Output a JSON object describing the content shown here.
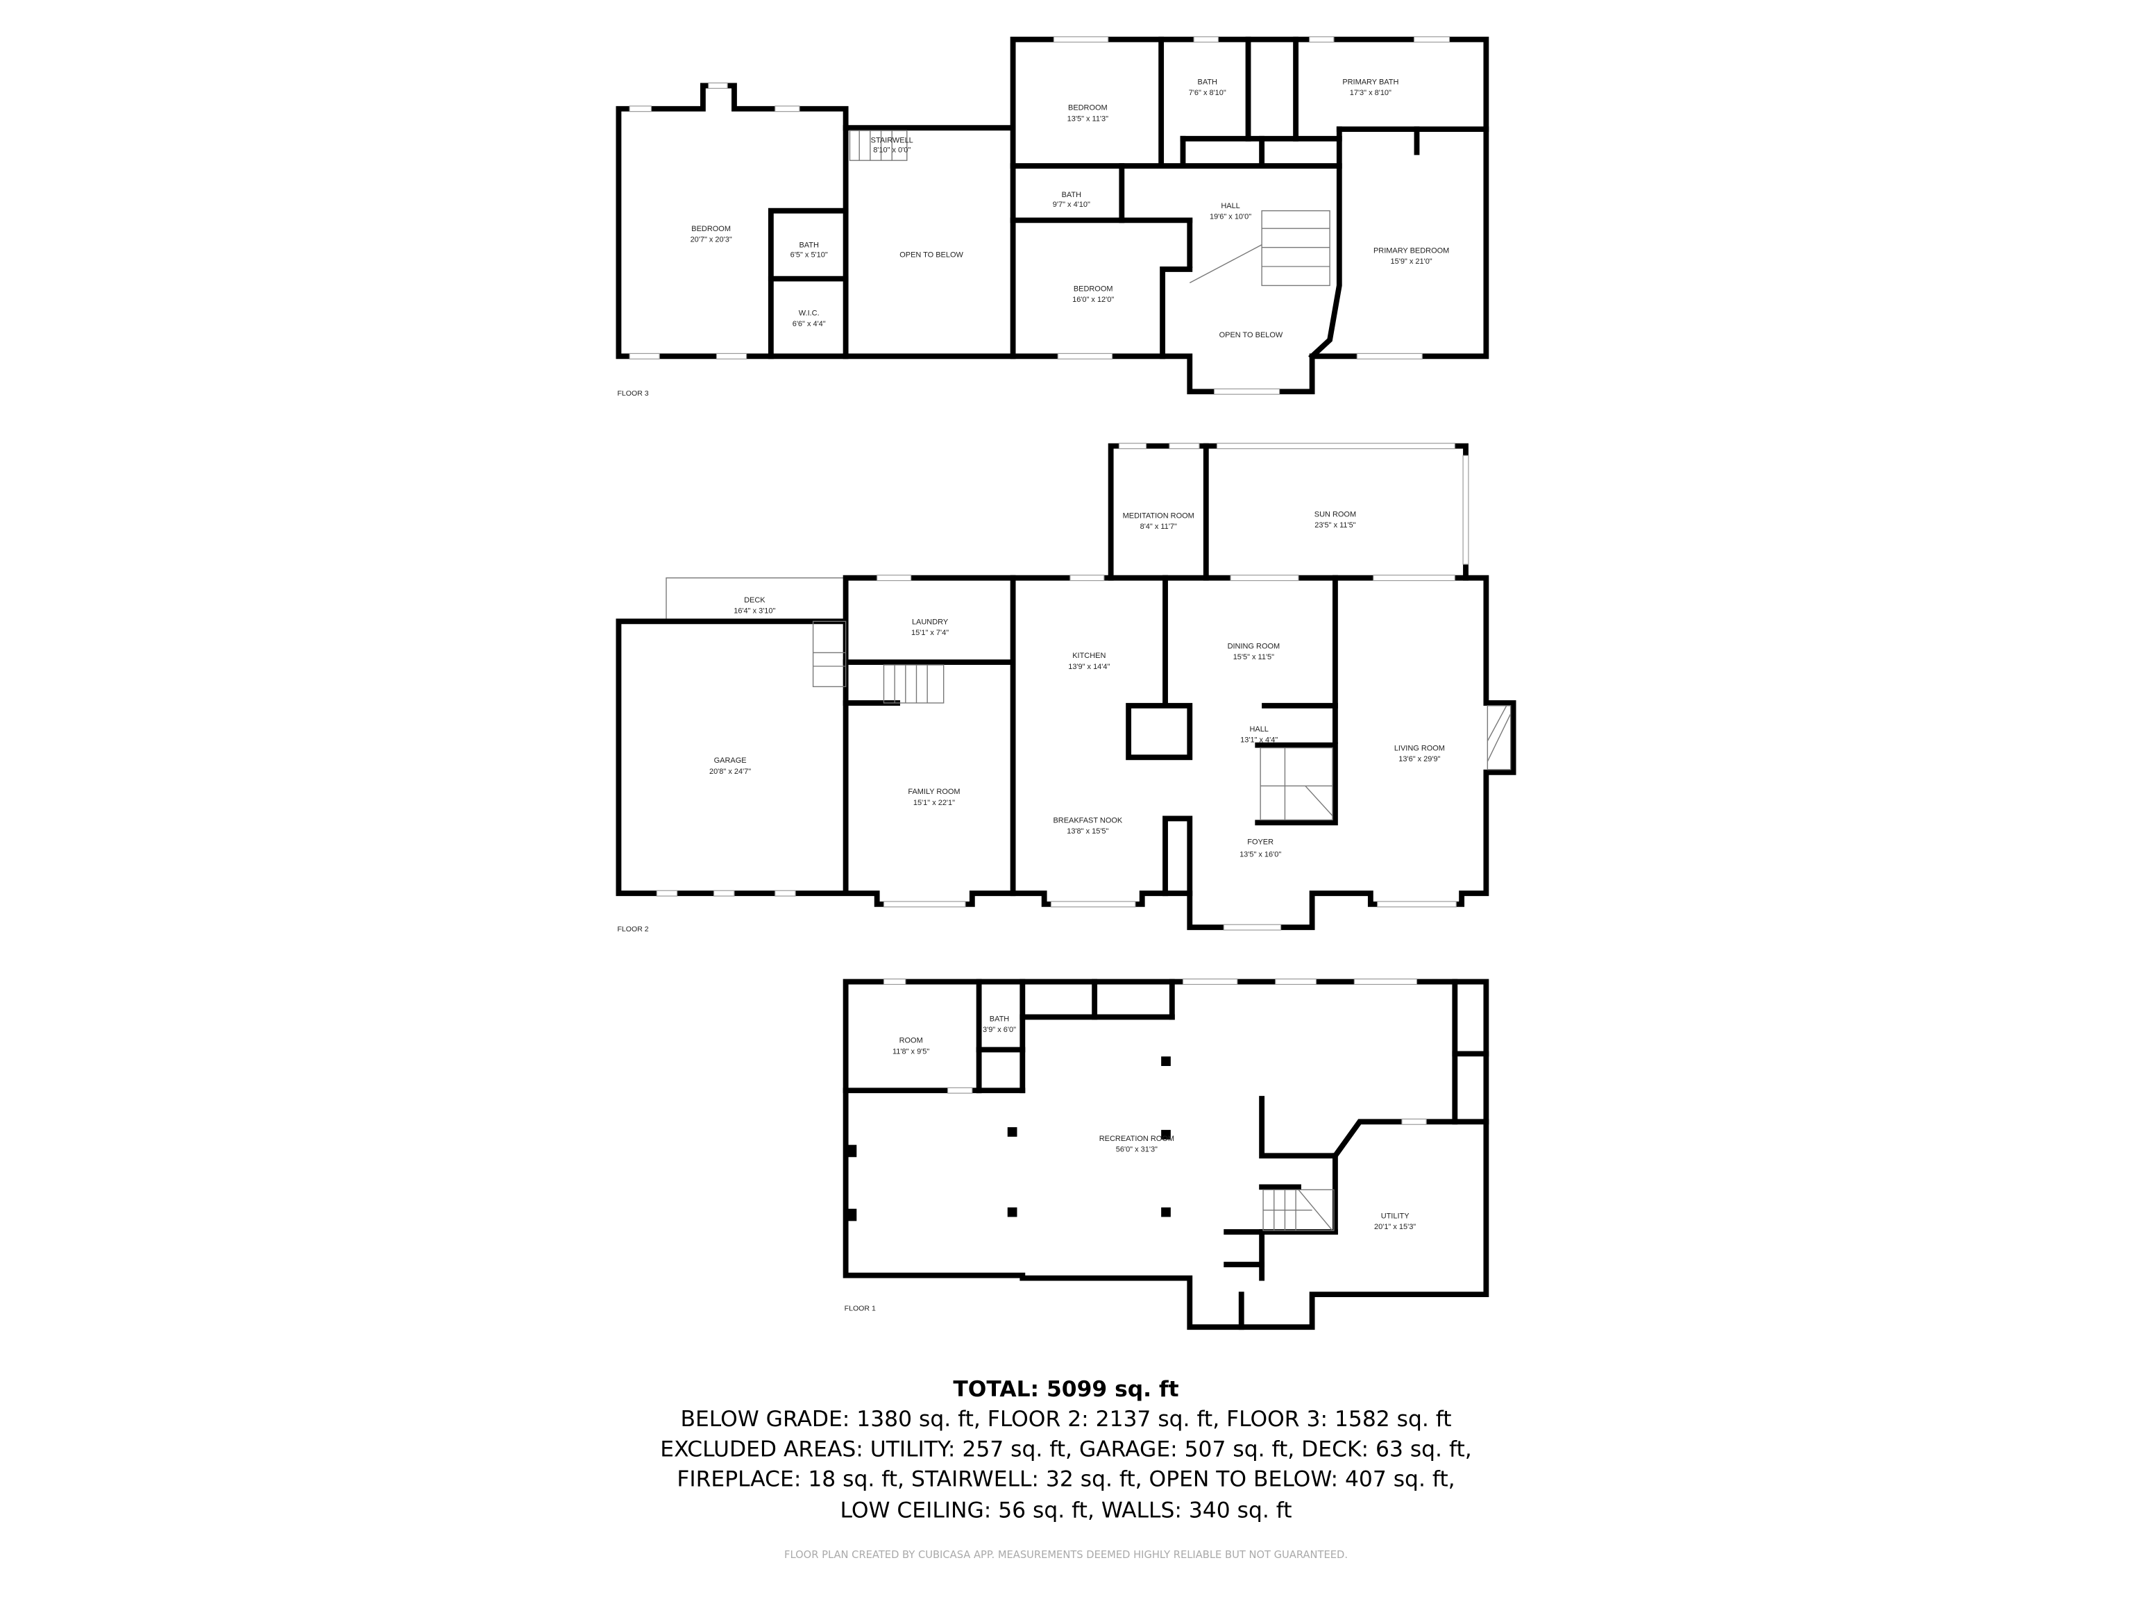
{
  "floors": {
    "floor3": {
      "label": "FLOOR 3",
      "rooms": [
        {
          "name": "BEDROOM",
          "dims": "20'7\" x 20'3\""
        },
        {
          "name": "STAIRWELL",
          "dims": "8'10\" x 0'0\""
        },
        {
          "name": "BATH",
          "dims": "6'5\" x 5'10\""
        },
        {
          "name": "W.I.C.",
          "dims": "6'6\" x 4'4\""
        },
        {
          "name": "OPEN TO BELOW",
          "dims": ""
        },
        {
          "name": "BEDROOM",
          "dims": "13'5\" x 11'3\""
        },
        {
          "name": "BATH",
          "dims": "7'6\" x 8'10\""
        },
        {
          "name": "PRIMARY BATH",
          "dims": "17'3\" x 8'10\""
        },
        {
          "name": "BATH",
          "dims": "9'7\" x 4'10\""
        },
        {
          "name": "HALL",
          "dims": "19'6\" x 10'0\""
        },
        {
          "name": "BEDROOM",
          "dims": "16'0\" x 12'0\""
        },
        {
          "name": "OPEN TO BELOW",
          "dims": ""
        },
        {
          "name": "PRIMARY BEDROOM",
          "dims": "15'9\" x 21'0\""
        }
      ]
    },
    "floor2": {
      "label": "FLOOR 2",
      "rooms": [
        {
          "name": "MEDITATION ROOM",
          "dims": "8'4\" x 11'7\""
        },
        {
          "name": "SUN ROOM",
          "dims": "23'5\" x 11'5\""
        },
        {
          "name": "DECK",
          "dims": "16'4\" x 3'10\""
        },
        {
          "name": "LAUNDRY",
          "dims": "15'1\" x 7'4\""
        },
        {
          "name": "KITCHEN",
          "dims": "13'9\" x 14'4\""
        },
        {
          "name": "DINING ROOM",
          "dims": "15'5\" x 11'5\""
        },
        {
          "name": "HALL",
          "dims": "13'1\" x 4'4\""
        },
        {
          "name": "GARAGE",
          "dims": "20'8\" x 24'7\""
        },
        {
          "name": "FAMILY ROOM",
          "dims": "15'1\" x 22'1\""
        },
        {
          "name": "LIVING ROOM",
          "dims": "13'6\" x 29'9\""
        },
        {
          "name": "BREAKFAST NOOK",
          "dims": "13'8\" x 15'5\""
        },
        {
          "name": "FOYER",
          "dims": "13'5\" x 16'0\""
        }
      ]
    },
    "floor1": {
      "label": "FLOOR 1",
      "rooms": [
        {
          "name": "ROOM",
          "dims": "11'8\" x 9'5\""
        },
        {
          "name": "BATH",
          "dims": "3'9\" x 6'0\""
        },
        {
          "name": "RECREATION ROOM",
          "dims": "56'0\" x 31'3\""
        },
        {
          "name": "UTILITY",
          "dims": "20'1\" x 15'3\""
        }
      ]
    }
  },
  "summary": {
    "total": "TOTAL: 5099 sq. ft",
    "lines": [
      "BELOW GRADE: 1380 sq. ft, FLOOR 2: 2137 sq. ft, FLOOR 3: 1582 sq. ft",
      "EXCLUDED AREAS: UTILITY: 257 sq. ft, GARAGE: 507 sq. ft, DECK: 63 sq. ft,",
      "FIREPLACE: 18 sq. ft, STAIRWELL: 32 sq. ft, OPEN TO BELOW: 407 sq. ft,",
      "LOW CEILING: 56 sq. ft, WALLS: 340 sq. ft"
    ],
    "disclaimer": "FLOOR PLAN CREATED BY CUBICASA APP. MEASUREMENTS DEEMED HIGHLY RELIABLE BUT NOT GUARANTEED."
  }
}
